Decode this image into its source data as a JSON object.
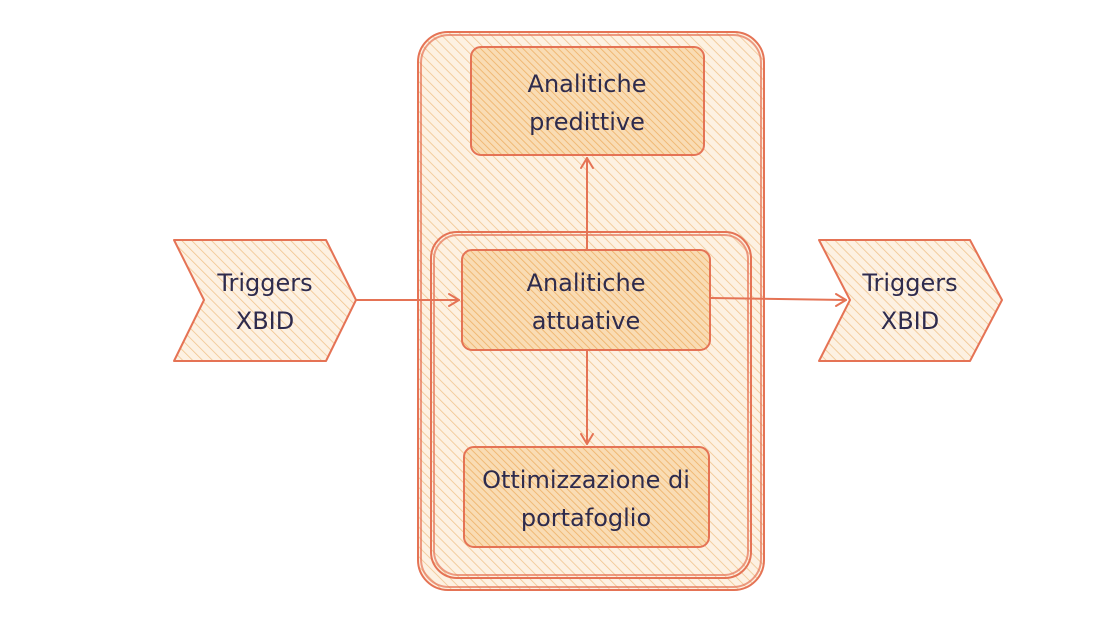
{
  "colors": {
    "stroke": "#e57355",
    "fill_light": "#f6d7b2",
    "fill_strong": "#f3bf7f",
    "text": "#2e2b4d"
  },
  "nodes": {
    "left_trigger": {
      "line1": "Triggers",
      "line2": "XBID"
    },
    "right_trigger": {
      "line1": "Triggers",
      "line2": "XBID"
    },
    "predictive": {
      "line1": "Analitiche",
      "line2": "predittive"
    },
    "actuative": {
      "line1": "Analitiche",
      "line2": "attuative"
    },
    "portfolio": {
      "line1": "Ottimizzazione di",
      "line2": "portafoglio"
    }
  }
}
